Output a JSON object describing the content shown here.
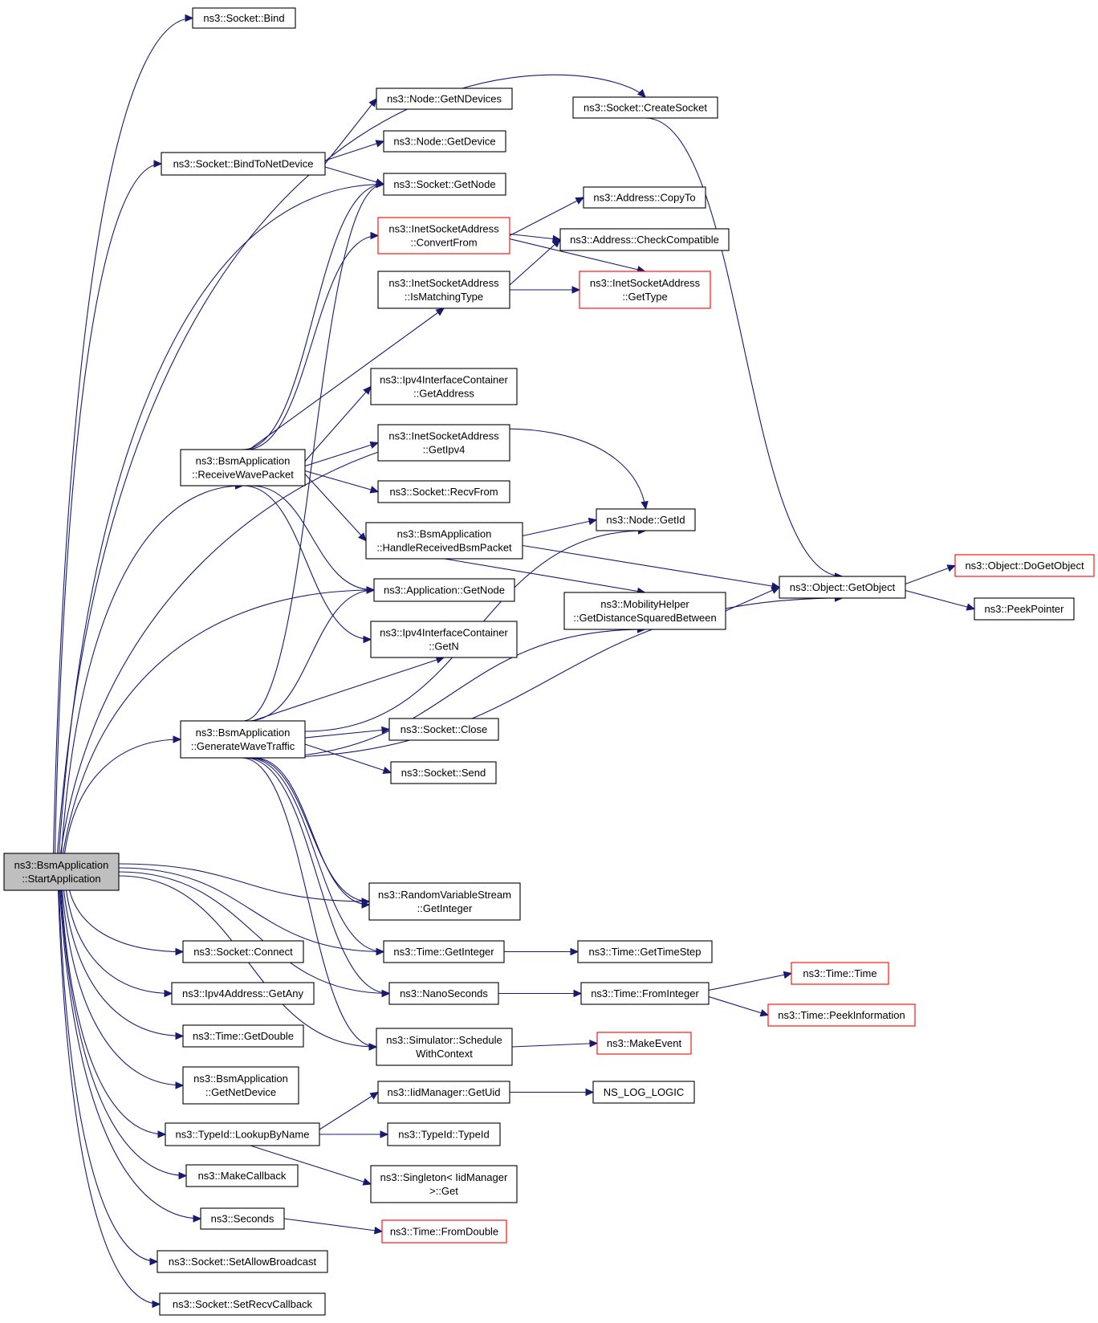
{
  "colors": {
    "edge": "#191970",
    "node_border": "#000000",
    "node_border_incomplete": "#ff0000",
    "root_fill": "#bfbfbf",
    "background": "#ffffff"
  },
  "nodes": {
    "start": {
      "lines": [
        "ns3::BsmApplication",
        "::StartApplication"
      ]
    },
    "bind": {
      "lines": [
        "ns3::Socket::Bind"
      ]
    },
    "createSocket": {
      "lines": [
        "ns3::Socket::CreateSocket"
      ]
    },
    "getNDevices": {
      "lines": [
        "ns3::Node::GetNDevices"
      ]
    },
    "bindToNetDevice": {
      "lines": [
        "ns3::Socket::BindToNetDevice"
      ]
    },
    "getDevice": {
      "lines": [
        "ns3::Node::GetDevice"
      ]
    },
    "socketGetNode": {
      "lines": [
        "ns3::Socket::GetNode"
      ]
    },
    "addrCopyTo": {
      "lines": [
        "ns3::Address::CopyTo"
      ]
    },
    "convertFrom": {
      "lines": [
        "ns3::InetSocketAddress",
        "::ConvertFrom"
      ]
    },
    "checkCompatible": {
      "lines": [
        "ns3::Address::CheckCompatible"
      ]
    },
    "isMatchingType": {
      "lines": [
        "ns3::InetSocketAddress",
        "::IsMatchingType"
      ]
    },
    "getType": {
      "lines": [
        "ns3::InetSocketAddress",
        "::GetType"
      ]
    },
    "ipv4GetAddress": {
      "lines": [
        "ns3::Ipv4InterfaceContainer",
        "::GetAddress"
      ]
    },
    "getIpv4": {
      "lines": [
        "ns3::InetSocketAddress",
        "::GetIpv4"
      ]
    },
    "receiveWavePacket": {
      "lines": [
        "ns3::BsmApplication",
        "::ReceiveWavePacket"
      ]
    },
    "recvFrom": {
      "lines": [
        "ns3::Socket::RecvFrom"
      ]
    },
    "nodeGetId": {
      "lines": [
        "ns3::Node::GetId"
      ]
    },
    "handleReceivedBsm": {
      "lines": [
        "ns3::BsmApplication",
        "::HandleReceivedBsmPacket"
      ]
    },
    "doGetObject": {
      "lines": [
        "ns3::Object::DoGetObject"
      ]
    },
    "getObject": {
      "lines": [
        "ns3::Object::GetObject"
      ]
    },
    "appGetNode": {
      "lines": [
        "ns3::Application::GetNode"
      ]
    },
    "mobilityDist": {
      "lines": [
        "ns3::MobilityHelper",
        "::GetDistanceSquaredBetween"
      ]
    },
    "peekPointer": {
      "lines": [
        "ns3::PeekPointer"
      ]
    },
    "ipv4GetN": {
      "lines": [
        "ns3::Ipv4InterfaceContainer",
        "::GetN"
      ]
    },
    "generateWaveTraffic": {
      "lines": [
        "ns3::BsmApplication",
        "::GenerateWaveTraffic"
      ]
    },
    "socketClose": {
      "lines": [
        "ns3::Socket::Close"
      ]
    },
    "socketSend": {
      "lines": [
        "ns3::Socket::Send"
      ]
    },
    "randomGetInteger": {
      "lines": [
        "ns3::RandomVariableStream",
        "::GetInteger"
      ]
    },
    "socketConnect": {
      "lines": [
        "ns3::Socket::Connect"
      ]
    },
    "timeGetInteger": {
      "lines": [
        "ns3::Time::GetInteger"
      ]
    },
    "getTimeStep": {
      "lines": [
        "ns3::Time::GetTimeStep"
      ]
    },
    "timeTime": {
      "lines": [
        "ns3::Time::Time"
      ]
    },
    "ipv4GetAny": {
      "lines": [
        "ns3::Ipv4Address::GetAny"
      ]
    },
    "nanoSeconds": {
      "lines": [
        "ns3::NanoSeconds"
      ]
    },
    "fromInteger": {
      "lines": [
        "ns3::Time::FromInteger"
      ]
    },
    "peekInformation": {
      "lines": [
        "ns3::Time::PeekInformation"
      ]
    },
    "timeGetDouble": {
      "lines": [
        "ns3::Time::GetDouble"
      ]
    },
    "scheduleWithContext": {
      "lines": [
        "ns3::Simulator::Schedule",
        "WithContext"
      ]
    },
    "makeEvent": {
      "lines": [
        "ns3::MakeEvent"
      ]
    },
    "getNetDevice": {
      "lines": [
        "ns3::BsmApplication",
        "::GetNetDevice"
      ]
    },
    "getUid": {
      "lines": [
        "ns3::IidManager::GetUid"
      ]
    },
    "nsLogLogic": {
      "lines": [
        "NS_LOG_LOGIC"
      ]
    },
    "lookupByName": {
      "lines": [
        "ns3::TypeId::LookupByName"
      ]
    },
    "typeIdTypeId": {
      "lines": [
        "ns3::TypeId::TypeId"
      ]
    },
    "makeCallback": {
      "lines": [
        "ns3::MakeCallback"
      ]
    },
    "singletonGet": {
      "lines": [
        "ns3::Singleton< IidManager",
        ">::Get"
      ]
    },
    "seconds": {
      "lines": [
        "ns3::Seconds"
      ]
    },
    "fromDouble": {
      "lines": [
        "ns3::Time::FromDouble"
      ]
    },
    "setAllowBroadcast": {
      "lines": [
        "ns3::Socket::SetAllowBroadcast"
      ]
    },
    "setRecvCallback": {
      "lines": [
        "ns3::Socket::SetRecvCallback"
      ]
    }
  }
}
